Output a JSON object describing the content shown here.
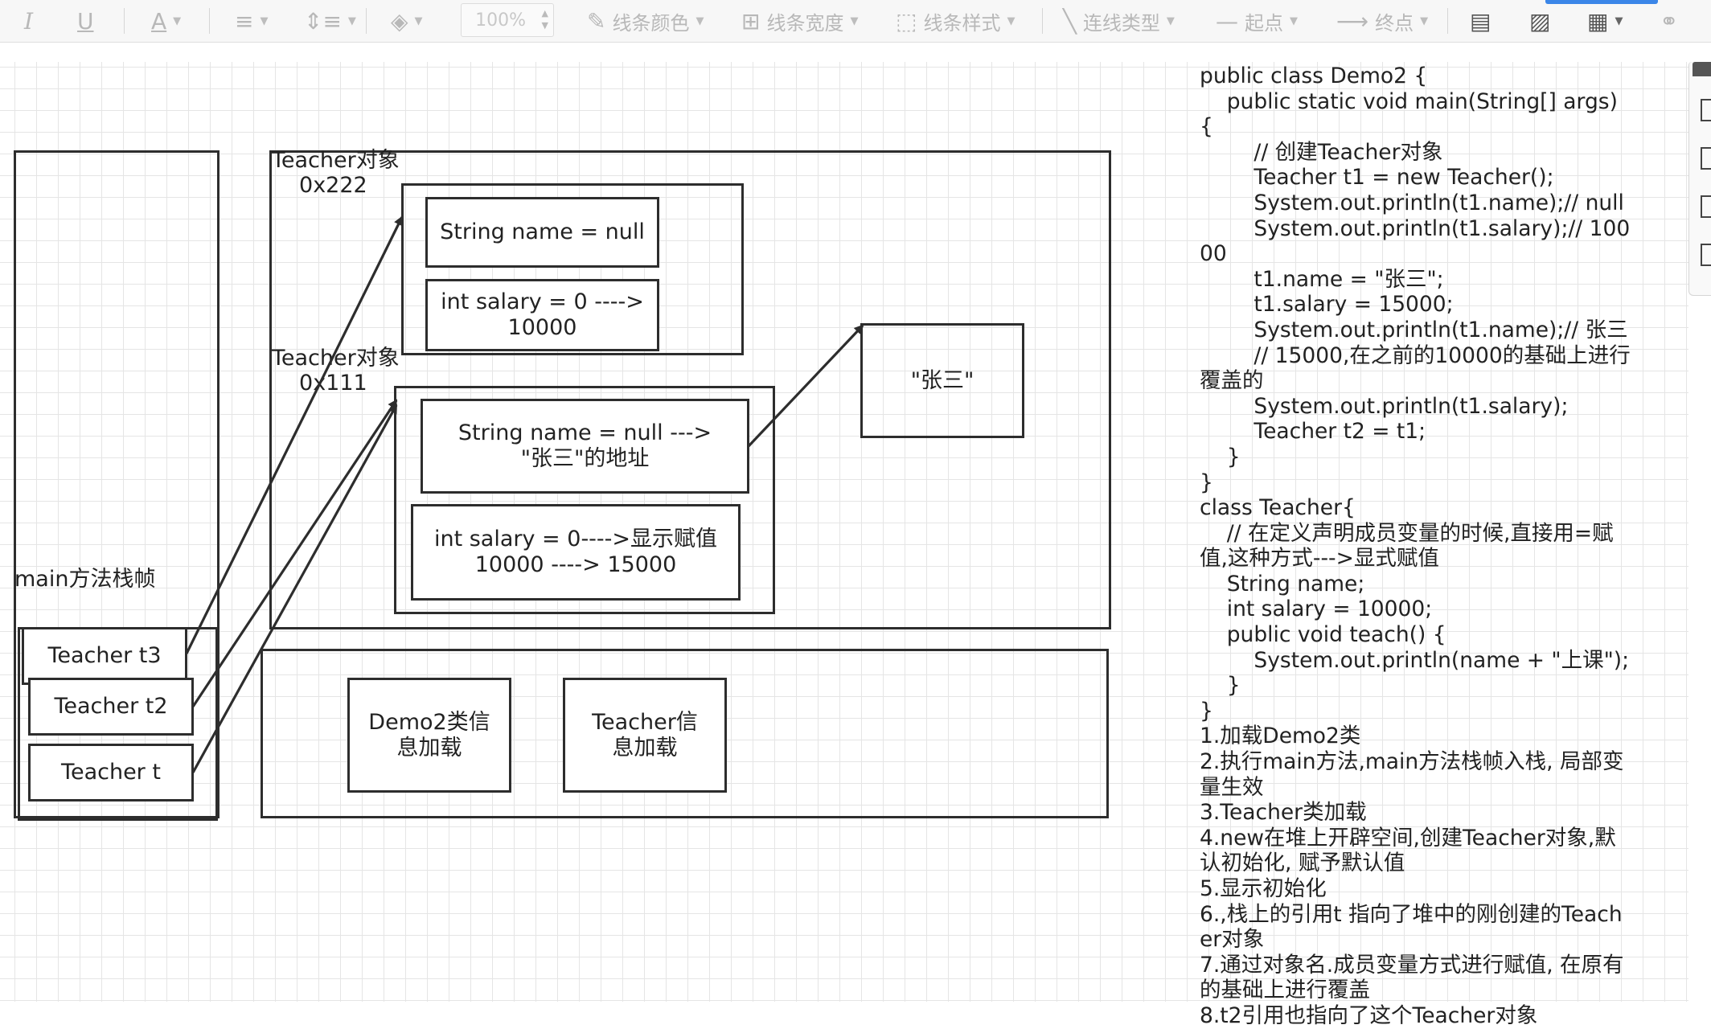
{
  "toolbar": {
    "italic_glyph": "I",
    "underline_glyph": "U",
    "font_color_glyph": "A",
    "zoom_value": "100%",
    "line_color_label": "线条颜色",
    "line_width_label": "线条宽度",
    "line_style_label": "线条样式",
    "connector_type_label": "连线类型",
    "start_point_label": "起点",
    "end_point_label": "终点",
    "icons": [
      "italic-icon",
      "underline-icon",
      "font-color-icon",
      "align-icon",
      "line-spacing-icon",
      "fill-color-icon",
      "pencil-icon",
      "line-width-icon",
      "dashed-square-icon",
      "diagonal-line-icon",
      "start-line-icon",
      "arrow-right-icon",
      "layout-icon",
      "image-icon",
      "document-icon",
      "link-icon"
    ]
  },
  "diagram": {
    "stack_frame_label": "main方法栈帧",
    "stack_vars": [
      "Teacher t3",
      "Teacher t2",
      "Teacher t"
    ],
    "object1": {
      "label": "Teacher对象",
      "address": "0x222",
      "name_field": "String name = null",
      "salary_field": "int salary = 0 ----> 10000"
    },
    "object2": {
      "label": "Teacher对象",
      "address": "0x111",
      "name_field": "String name = null ---> \"张三\"的地址",
      "salary_field": "int salary = 0---->显示赋值 10000 ----> 15000"
    },
    "string_constant": "\"张三\"",
    "method_area": {
      "demo2_box": "Demo2类信息加载",
      "teacher_box": "Teacher信息加载"
    }
  },
  "code_panel": {
    "lines": [
      "public class Demo2 {",
      "    public static void main(String[] args) {",
      "        // 创建Teacher对象",
      "        Teacher t1 = new Teacher();",
      "        System.out.println(t1.name);// null",
      "        System.out.println(t1.salary);// 10000",
      "        t1.name = \"张三\";",
      "        t1.salary = 15000;",
      "        System.out.println(t1.name);// 张三",
      "        // 15000,在之前的10000的基础上进行覆盖的",
      "        System.out.println(t1.salary);",
      "        Teacher t2 = t1;",
      "    }",
      "}",
      "class Teacher{",
      "    // 在定义声明成员变量的时候,直接用=赋值,这种方式--->显式赋值",
      "    String name;",
      "    int salary = 10000;",
      "    public void teach() {",
      "        System.out.println(name + \"上课\");",
      "    }",
      "}",
      "1.加载Demo2类",
      "2.执行main方法,main方法栈帧入栈, 局部变量生效",
      "3.Teacher类加载",
      "4.new在堆上开辟空间,创建Teacher对象,默认初始化, 赋予默认值",
      "5.显示初始化",
      "6.,栈上的引用t 指向了堆中的刚创建的Teacher对象",
      "7.通过对象名.成员变量方式进行赋值, 在原有的基础上进行覆盖",
      "8.t2引用也指向了这个Teacher对象"
    ]
  }
}
